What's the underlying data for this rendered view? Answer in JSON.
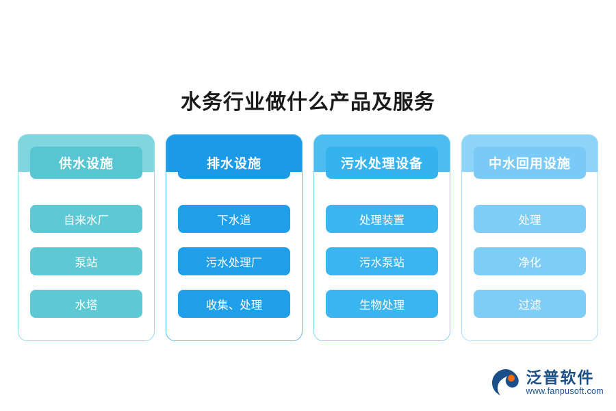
{
  "page": {
    "title": "水务行业做什么产品及服务",
    "background": "#ffffff"
  },
  "columns": [
    {
      "header": "供水设施",
      "accent": "#5ac8d4",
      "header_bg": "#58c6d2",
      "top_bg": "#7fd6de",
      "border": "#8fdde4",
      "item_bg": "#5cc9d5",
      "items": [
        "自来水厂",
        "泵站",
        "水塔"
      ]
    },
    {
      "header": "排水设施",
      "accent": "#1b9ae8",
      "header_bg": "#1b9ae8",
      "top_bg": "#1b9ae8",
      "border": "#5ab8ef",
      "item_bg": "#1f9fe9",
      "items": [
        "下水道",
        "污水处理厂",
        "收集、处理"
      ]
    },
    {
      "header": "污水处理设备",
      "accent": "#35b3ef",
      "header_bg": "#35b3ef",
      "top_bg": "#4cbcf1",
      "border": "#7fd0f4",
      "item_bg": "#3bb5f0",
      "items": [
        "处理装置",
        "污水泵站",
        "生物处理"
      ]
    },
    {
      "header": "中水回用设施",
      "accent": "#6cc5f5",
      "header_bg": "#79caf6",
      "top_bg": "#8ed4f8",
      "border": "#a9def9",
      "item_bg": "#7ecdf7",
      "items": [
        "处理",
        "净化",
        "过滤"
      ]
    }
  ],
  "logo": {
    "name": "泛普软件",
    "url": "www.fanpusoft.com",
    "color": "#1a4f8a"
  }
}
